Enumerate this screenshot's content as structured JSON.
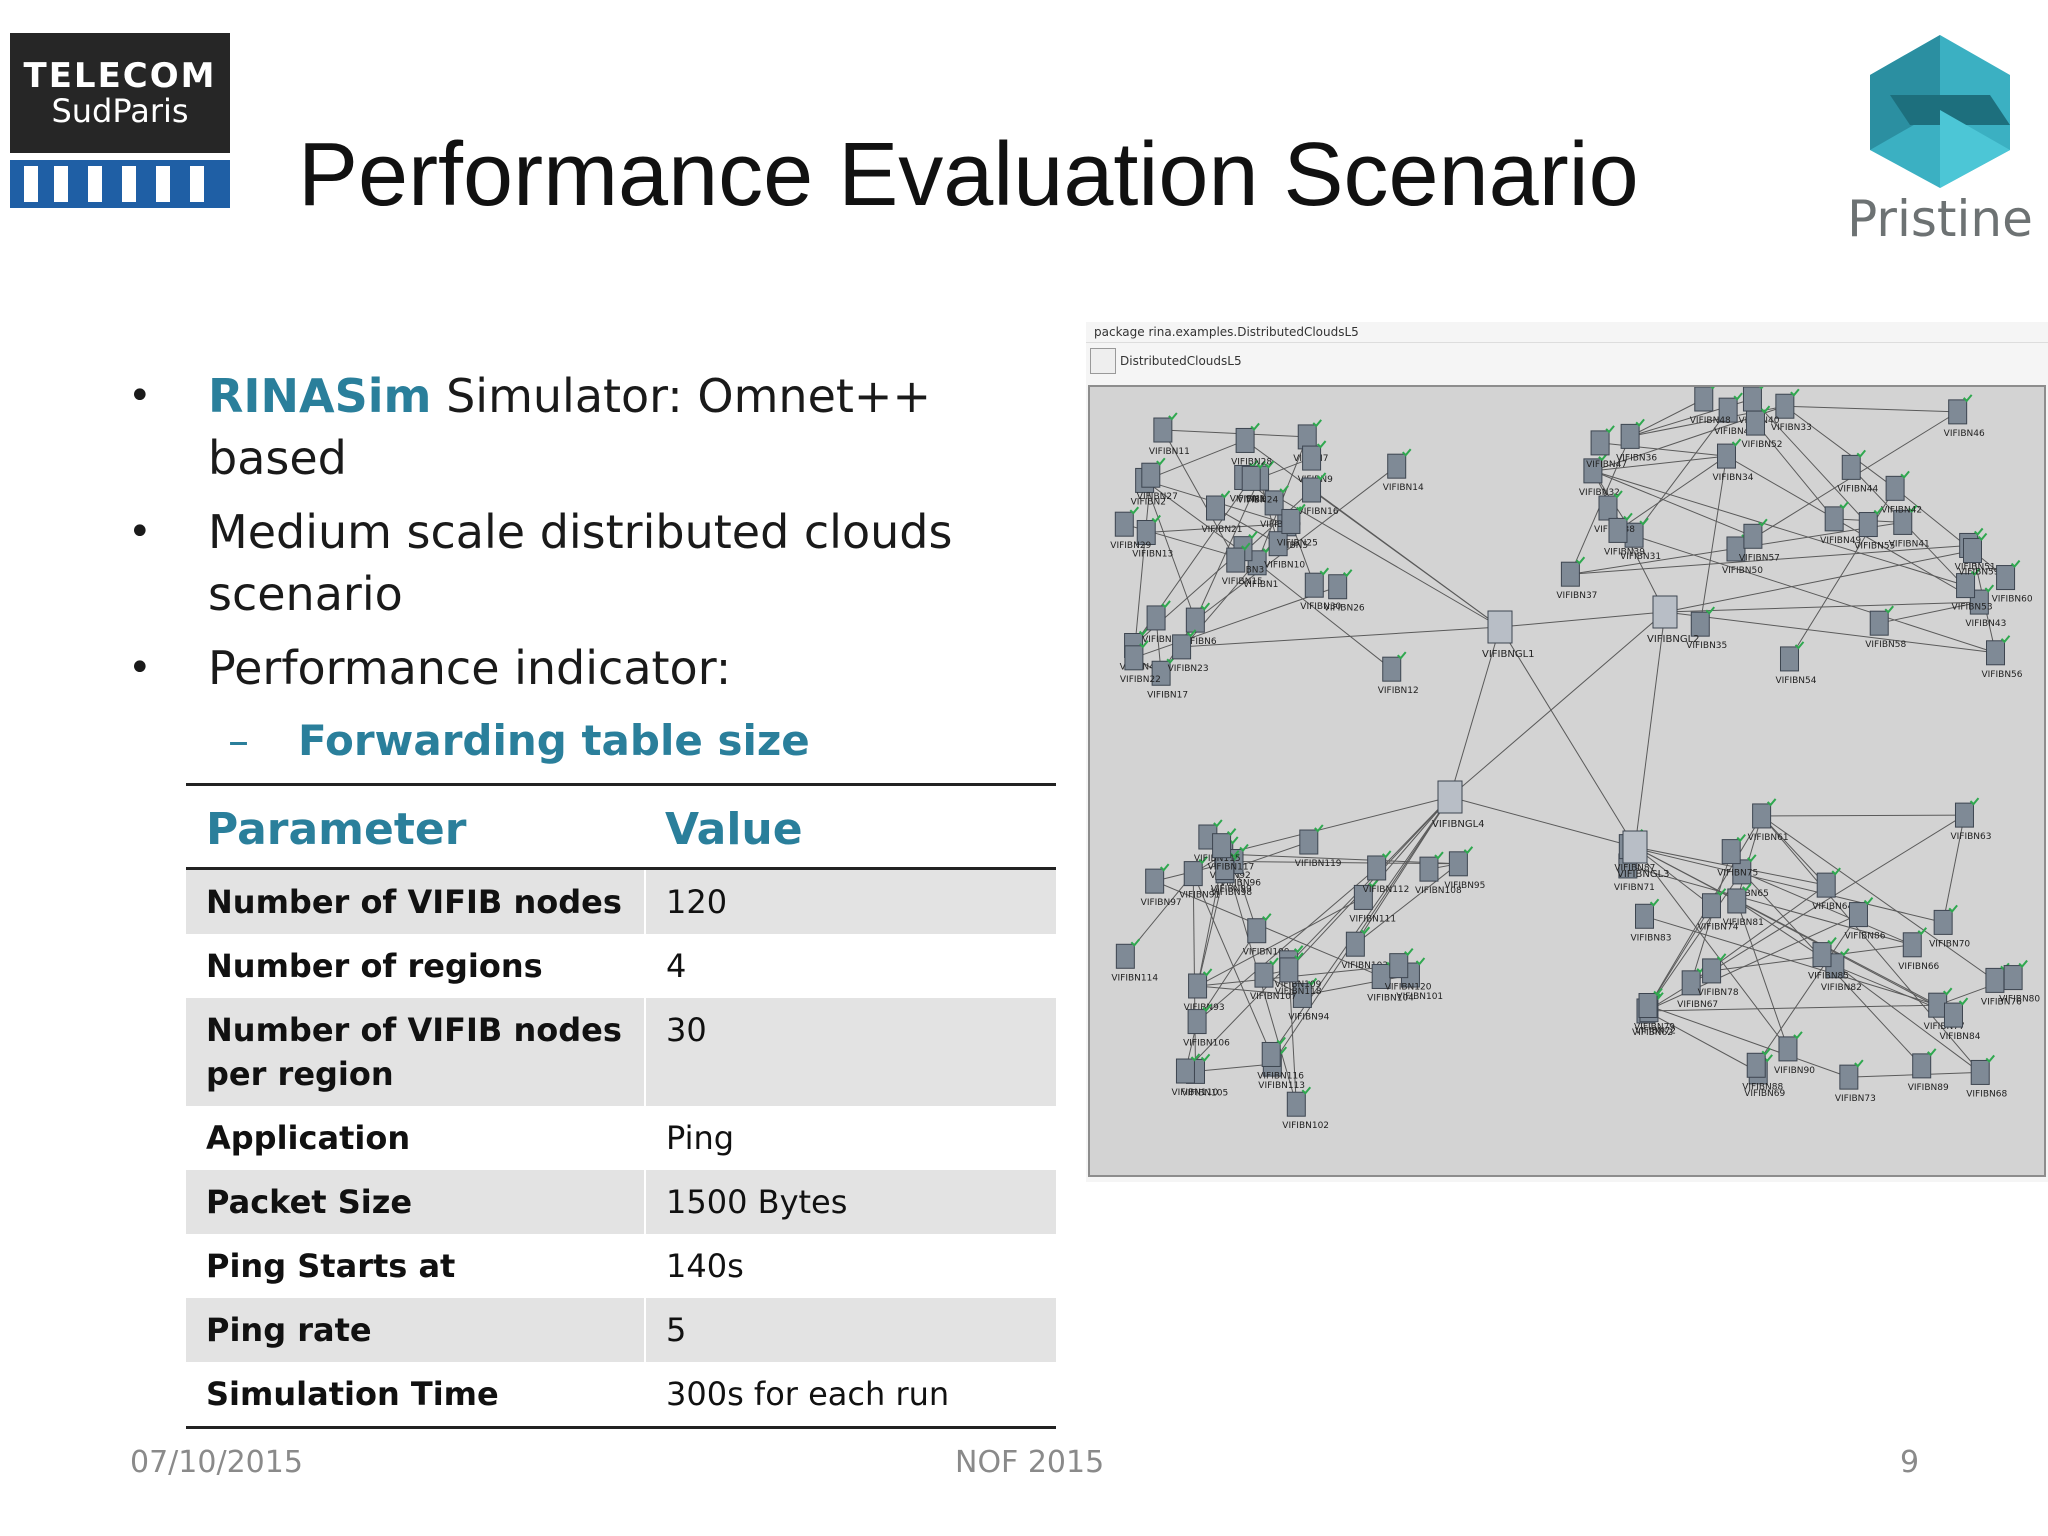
{
  "logo_left": {
    "line1": "TELECOM",
    "line2": "SudParis"
  },
  "title": "Performance Evaluation Scenario",
  "logo_right": {
    "text": "Pristine"
  },
  "bullets": [
    {
      "accent": "RINASim",
      "text": " Simulator: Omnet++ based"
    },
    {
      "text": "Medium scale distributed clouds scenario"
    },
    {
      "text": "Performance indicator:"
    }
  ],
  "sub_bullet": "Forwarding table size",
  "table": {
    "headers": [
      "Parameter",
      "Value"
    ],
    "rows": [
      {
        "param": "Number of VIFIB nodes",
        "value": "120"
      },
      {
        "param": "Number of regions",
        "value": "4"
      },
      {
        "param": "Number of VIFIB nodes per region",
        "value": "30"
      },
      {
        "param": "Application",
        "value": "Ping"
      },
      {
        "param": "Packet Size",
        "value": "1500 Bytes"
      },
      {
        "param": "Ping Starts at",
        "value": "140s"
      },
      {
        "param": "Ping rate",
        "value": "5"
      },
      {
        "param": "Simulation Time",
        "value": "300s for each run"
      }
    ]
  },
  "footer": {
    "date": "07/10/2015",
    "event": "NOF 2015",
    "page": "9"
  },
  "network": {
    "package_line": "package rina.examples.DistributedCloudsL5",
    "tab_label": "DistributedCloudsL5",
    "hub_labels": [
      "VIFIBNGL1",
      "VIFIBNGL2",
      "VIFIBNGL3",
      "VIFIBNGL4"
    ],
    "node_prefix": "VIFIBN",
    "node_count": 120
  }
}
